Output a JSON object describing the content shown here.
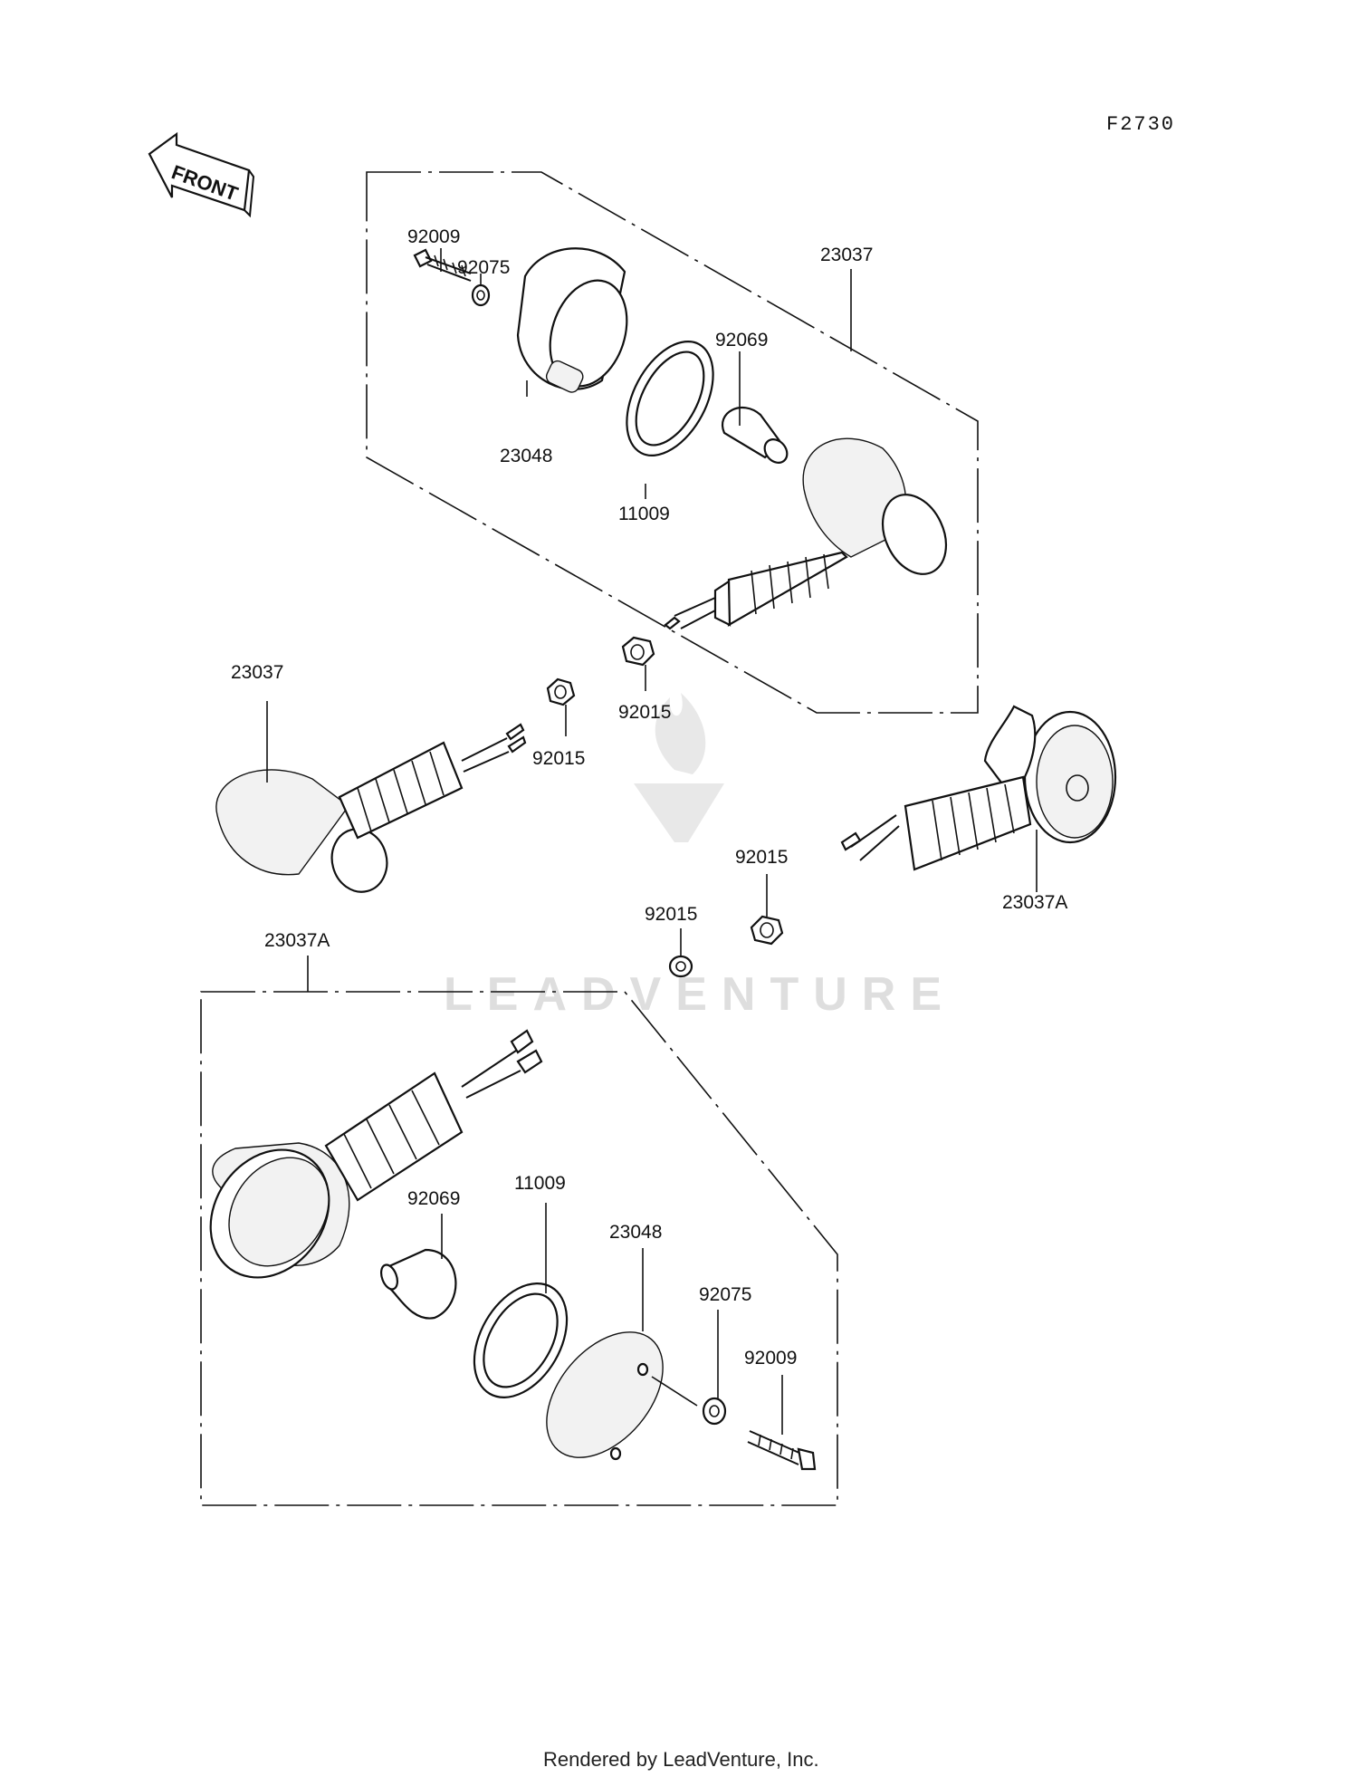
{
  "diagram": {
    "figure_code": "F2730",
    "front_label": "FRONT",
    "footer": "Rendered by LeadVenture, Inc.",
    "watermark": "LEADVENTURE",
    "labels": {
      "top_23037": "23037",
      "top_92009": "92009",
      "top_92075": "92075",
      "top_92069": "92069",
      "top_23048": "23048",
      "top_11009": "11009",
      "top_92015": "92015",
      "left_23037": "23037",
      "left_92015": "92015",
      "right_92015": "92015",
      "right_23037A": "23037A",
      "mid_92015": "92015",
      "bottom_23037A": "23037A",
      "bottom_92069": "92069",
      "bottom_11009": "11009",
      "bottom_23048": "23048",
      "bottom_92075": "92075",
      "bottom_92009": "92009"
    }
  }
}
